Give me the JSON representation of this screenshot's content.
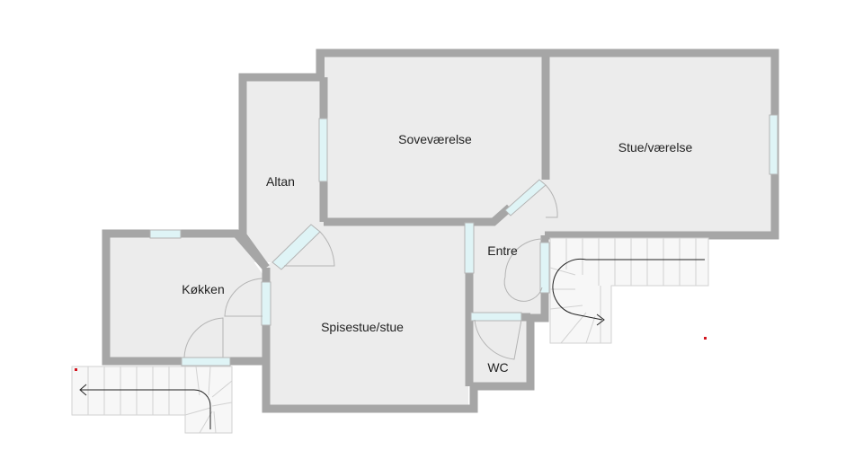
{
  "rooms": {
    "sovevaerelse": "Soveværelse",
    "stue_vaerelse": "Stue/værelse",
    "altan": "Altan",
    "entre": "Entre",
    "kokken": "Køkken",
    "spisestue_stue": "Spisestue/stue",
    "wc": "WC"
  },
  "colors": {
    "wall": "#a6a6a6",
    "floor": "#ececec",
    "window": "#dff4f6",
    "stair_fill": "#f7f7f7",
    "stair_line": "#d2d2d2",
    "door": "#b4b4b4",
    "marker": "#d2141e",
    "ink": "#222222"
  }
}
